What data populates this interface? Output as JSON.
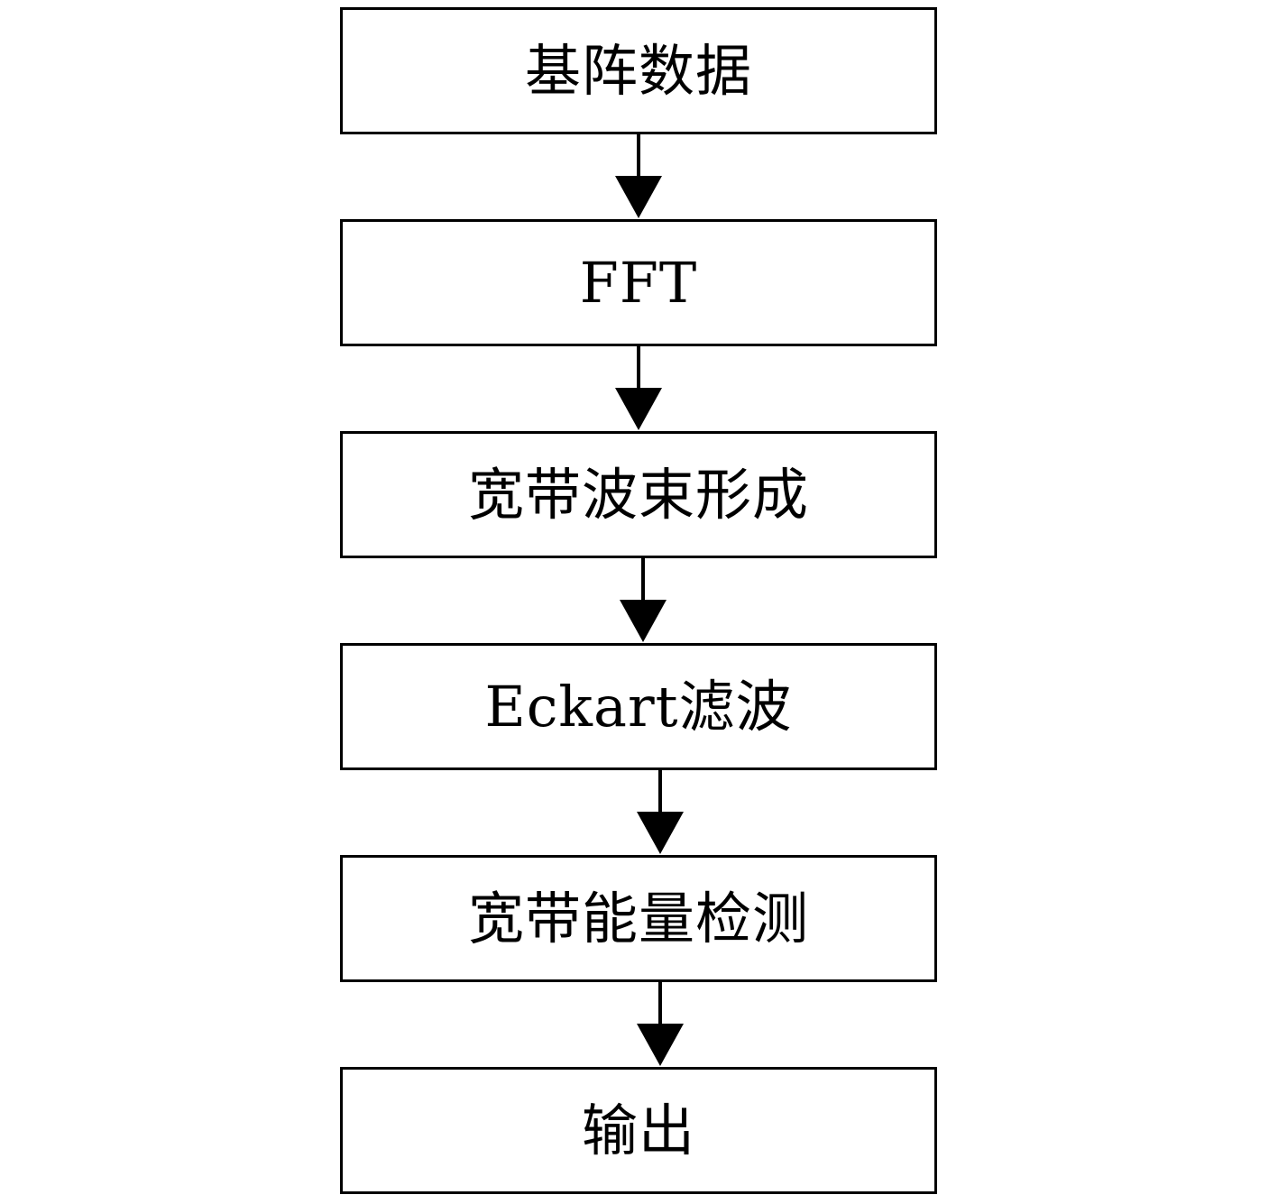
{
  "flowchart": {
    "steps": [
      "基阵数据",
      "FFT",
      "宽带波束形成",
      "Eckart滤波",
      "宽带能量检测",
      "输出"
    ],
    "stroke_color": "#000000",
    "background_color": "#ffffff"
  }
}
